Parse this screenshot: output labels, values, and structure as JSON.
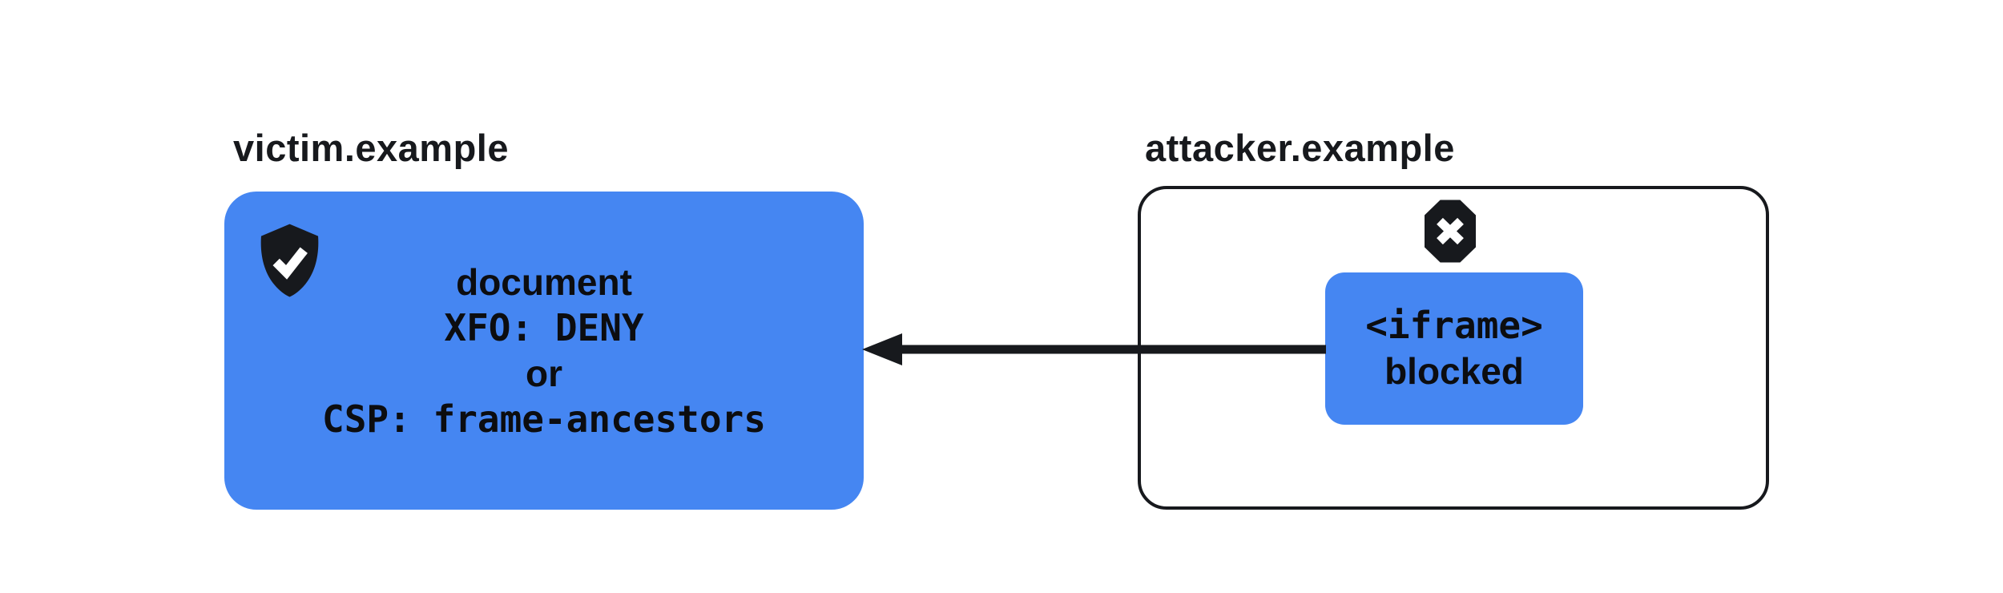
{
  "colors": {
    "accent_blue": "#4586F2",
    "ink": "#17191D",
    "background": "#FFFFFF"
  },
  "victim": {
    "domain_label": "victim.example",
    "icon": "shield-check-icon",
    "lines": [
      {
        "text": "document",
        "style": "sans"
      },
      {
        "text": "XFO: DENY",
        "style": "mono"
      },
      {
        "text": "or",
        "style": "sans"
      },
      {
        "text": "CSP: frame-ancestors",
        "style": "mono"
      }
    ]
  },
  "attacker": {
    "domain_label": "attacker.example",
    "icon": "blocked-x-icon",
    "iframe_box": {
      "lines": [
        {
          "text": "<iframe>",
          "style": "mono"
        },
        {
          "text": "blocked",
          "style": "sans"
        }
      ]
    }
  },
  "arrow": {
    "description": "embed request from attacker iframe to victim document, blocked",
    "direction": "right-to-left"
  }
}
